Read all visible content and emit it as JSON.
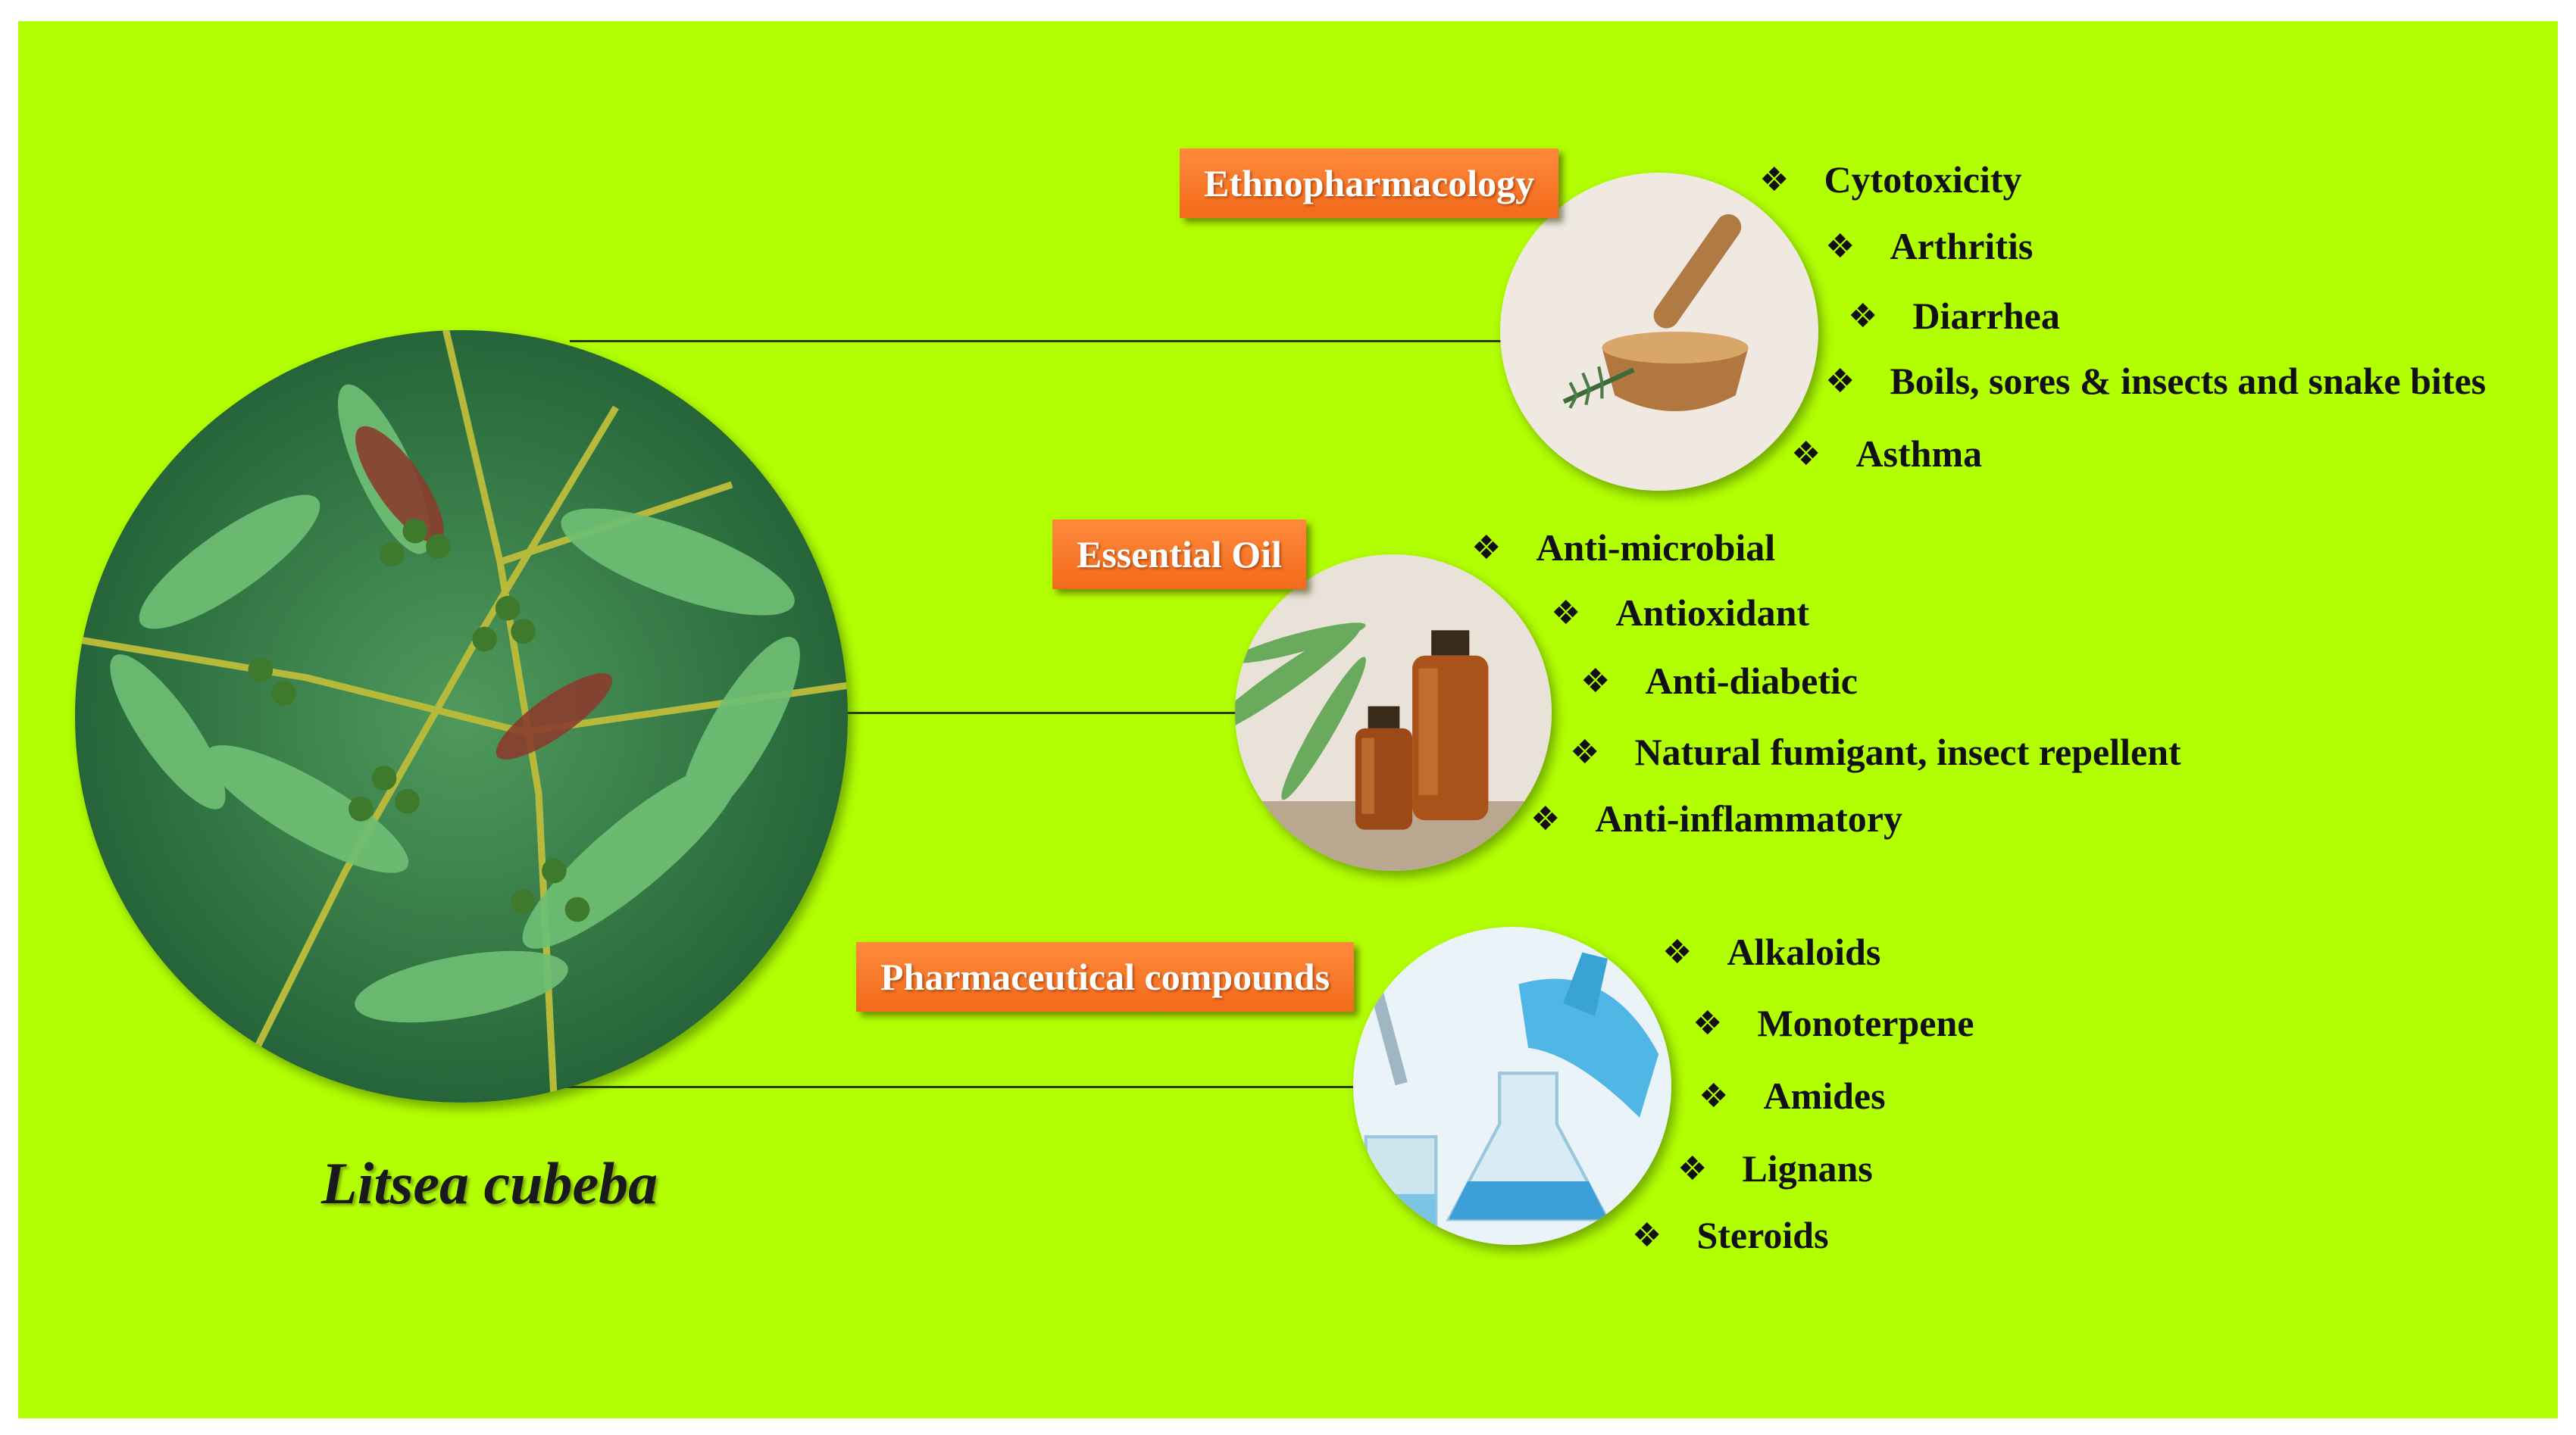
{
  "caption": "Litsea cubeba",
  "bullet_glyph": "❖",
  "colors": {
    "background": "#b2fe02",
    "badge": "#f36a1a",
    "badge_text": "#ffffff",
    "connector": "#2a3d10"
  },
  "sections": [
    {
      "title": "Ethnopharmacology",
      "image_icon": "mortar-and-pestle-icon",
      "items": [
        "Cytotoxicity",
        "Arthritis",
        "Diarrhea",
        "Boils, sores & insects and snake bites",
        "Asthma"
      ]
    },
    {
      "title": "Essential Oil",
      "image_icon": "essential-oil-bottles-icon",
      "items": [
        "Anti-microbial",
        "Antioxidant",
        "Anti-diabetic",
        "Natural fumigant, insect repellent",
        "Anti-inflammatory"
      ]
    },
    {
      "title": "Pharmaceutical compounds",
      "image_icon": "lab-flask-icon",
      "items": [
        "Alkaloids",
        "Monoterpene",
        "Amides",
        "Lignans",
        "Steroids"
      ]
    }
  ]
}
